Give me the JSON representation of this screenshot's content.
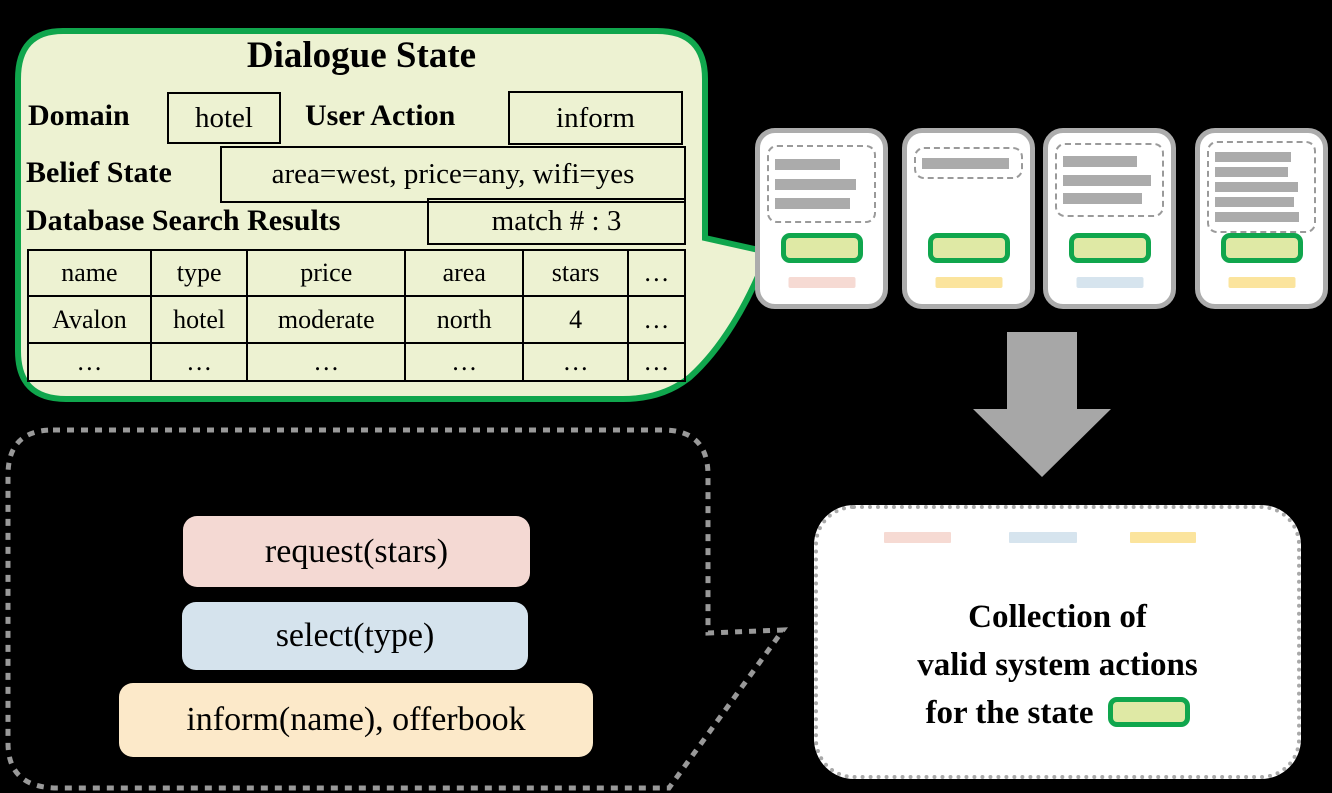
{
  "dialogue_state": {
    "title": "Dialogue State",
    "domain_label": "Domain",
    "domain_value": "hotel",
    "user_action_label": "User Action",
    "user_action_value": "inform",
    "belief_label": "Belief State",
    "belief_value": "area=west, price=any, wifi=yes",
    "db_label": "Database Search Results",
    "db_value": "match # : 3",
    "table": {
      "headers": [
        "name",
        "type",
        "price",
        "area",
        "stars",
        "…"
      ],
      "rows": [
        [
          "Avalon",
          "hotel",
          "moderate",
          "north",
          "4",
          "…"
        ],
        [
          "…",
          "…",
          "…",
          "…",
          "…",
          "…"
        ]
      ]
    }
  },
  "actions": [
    {
      "label": "request(stars)",
      "color": "#F4D9D3"
    },
    {
      "label": "select(type)",
      "color": "#D5E3ED"
    },
    {
      "label": "inform(name), offerbook",
      "color": "#FCE9C9"
    }
  ],
  "collection": {
    "line1": "Collection of",
    "line2": "valid system actions",
    "line3": "for the state"
  },
  "cards": [
    {
      "accent": "#F6DAD3"
    },
    {
      "accent": "#FBE49D"
    },
    {
      "accent": "#D6E4EE"
    },
    {
      "accent": "#FBE49D"
    }
  ],
  "colors": {
    "green": "#10A64D",
    "bubble_fill": "#EDF2D2",
    "chip_fill": "#DFE9A5",
    "pink": "#F6DAD3",
    "blue": "#D6E4EE",
    "yellow": "#FBE49D",
    "gray_arrow": "#A7A7A7",
    "dash_gray": "#999999"
  }
}
